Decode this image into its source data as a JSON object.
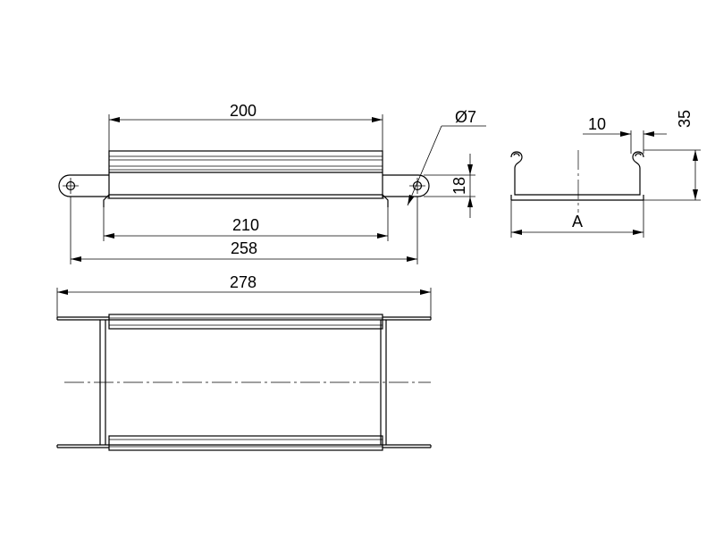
{
  "dimensions": {
    "length_200": "200",
    "length_210": "210",
    "length_258": "258",
    "length_278": "278",
    "hole_diameter": "Ø7",
    "height_18": "18",
    "flange_10": "10",
    "height_35": "35",
    "width_a": "A"
  }
}
